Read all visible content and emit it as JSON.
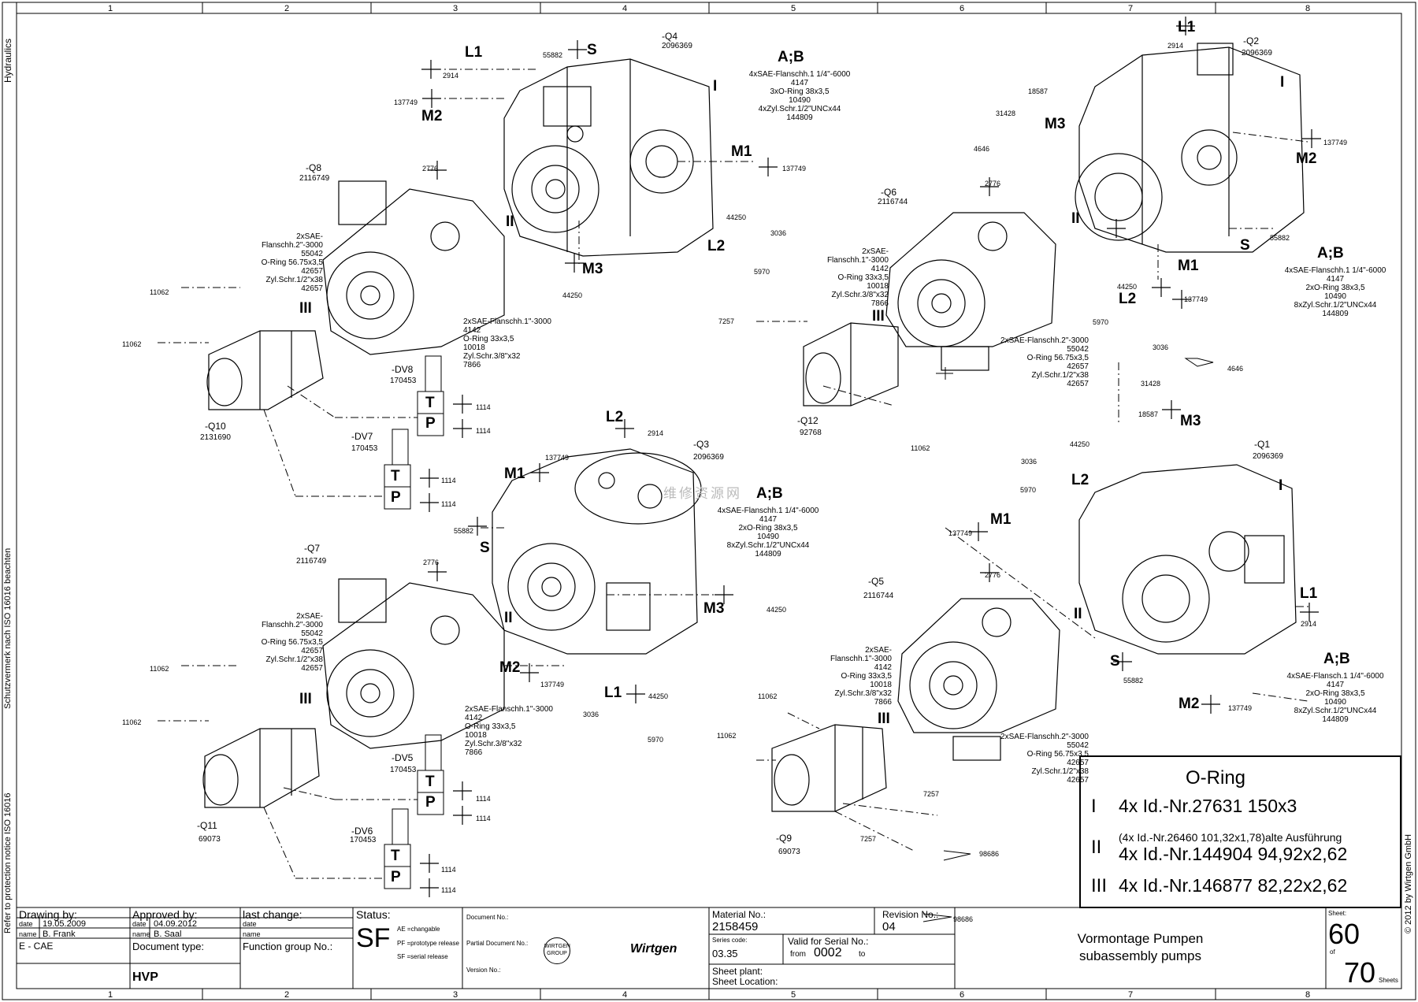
{
  "frame": {
    "columns": [
      "1",
      "2",
      "3",
      "4",
      "5",
      "6",
      "7",
      "8"
    ],
    "left_top": "Hydraulics",
    "left_mid": "Schutzvermerk nach ISO 16016 beachten",
    "left_bottom": "Refer to protection notice ISO 16016",
    "right_copyright": "© 2012 by Wirtgen GmbH"
  },
  "watermark": "维修资源网",
  "parts": [
    {
      "ref": "-Q4",
      "num": "2096369"
    },
    {
      "ref": "-Q2",
      "num": "2096369"
    },
    {
      "ref": "-Q8",
      "num": "2116749"
    },
    {
      "ref": "-Q6",
      "num": "2116744"
    },
    {
      "ref": "-Q10",
      "num": "2131690"
    },
    {
      "ref": "-Q12",
      "num": "92768"
    },
    {
      "ref": "-DV8",
      "num": "170453"
    },
    {
      "ref": "-DV7",
      "num": "170453"
    },
    {
      "ref": "-Q3",
      "num": "2096369"
    },
    {
      "ref": "-Q1",
      "num": "2096369"
    },
    {
      "ref": "-Q7",
      "num": "2116749"
    },
    {
      "ref": "-Q5",
      "num": "2116744"
    },
    {
      "ref": "-DV5",
      "num": "170453"
    },
    {
      "ref": "-DV6",
      "num": "170453"
    },
    {
      "ref": "-Q11",
      "num": "69073"
    },
    {
      "ref": "-Q9",
      "num": "69073"
    }
  ],
  "ports": {
    "L1": "L1",
    "L2": "L2",
    "M1": "M1",
    "M2": "M2",
    "M3": "M3",
    "S": "S",
    "T": "T",
    "P": "P",
    "I": "I",
    "II": "II",
    "III": "III",
    "AB": "A;B"
  },
  "numbers": {
    "n2914": "2914",
    "n55882": "55882",
    "n137749": "137749",
    "n2776": "2776",
    "n44250": "44250",
    "n3036": "3036",
    "n5970": "5970",
    "n11062": "11062",
    "n1114": "1114",
    "n7257": "7257",
    "n98686": "98686",
    "n31428": "31428",
    "n4646": "4646",
    "n18587": "18587"
  },
  "spec_ab": [
    "4xSAE-Flanschh.1 1/4\"-6000",
    "4147",
    "2xO-Ring 38x3,5",
    "10490",
    "8xZyl.Schr.1/2\"UNCx44",
    "144809"
  ],
  "spec_ab_q4": [
    "4xSAE-Flanschh.1 1/4\"-6000",
    "4147",
    "3xO-Ring 38x3,5",
    "10490",
    "4xZyl.Schr.1/2\"UNCx44",
    "144809"
  ],
  "spec_ab_q1": [
    "4xSAE-Flansch.1 1/4\"-6000",
    "4147",
    "2xO-Ring 38x3,5",
    "10490",
    "8xZyl.Schr.1/2\"UNCx44",
    "144809"
  ],
  "spec_2in": [
    "2xSAE-Flanschh.2\"-3000",
    "55042",
    "O-Ring 56.75x3,5",
    "42657",
    "Zyl.Schr.1/2\"x38",
    "42657"
  ],
  "spec_1in": [
    "2xSAE-Flanschh.1\"-3000",
    "4142",
    "O-Ring 33x3,5",
    "10018",
    "Zyl.Schr.3/8\"x32",
    "7866"
  ],
  "oring_box": {
    "title": "O-Ring",
    "row1_num": "I",
    "row1_text": "4x Id.-Nr.27631  150x3",
    "row2_num": "II",
    "row2_small": "(4x Id.-Nr.26460  101,32x1,78)alte Ausführung",
    "row2_text": "4x Id.-Nr.144904 94,92x2,62",
    "row3_num": "III",
    "row3_text": "4x Id.-Nr.146877 82,22x2,62"
  },
  "title_block": {
    "drawing_by_label": "Drawing by:",
    "approved_by_label": "Approved by:",
    "last_change_label": "last change:",
    "date_label": "date",
    "name_label": "name",
    "drawing_date": "19.05.2009",
    "drawing_name": "B. Frank",
    "approved_date": "04.09.2012",
    "approved_name": "B. Saal",
    "dept": "E - CAE",
    "doc_type_label": "Document type:",
    "doc_type": "HVP",
    "function_group_label": "Function group No.:",
    "status_label": "Status:",
    "status": "SF",
    "status_ae": "AE =changable",
    "status_pf": "PF =prototype release",
    "status_sf": "SF =serial release",
    "document_no": "Document No.:",
    "partial_document_no": "Partial Document No.:",
    "version_no": "Version No.:",
    "logo_small": "WIRTGEN GROUP",
    "logo": "Wirtgen",
    "material_label": "Material No.:",
    "material": "2158459",
    "revision_label": "Revision No.:",
    "revision": "04",
    "series_label": "Series code:",
    "series": "03.35",
    "valid_label": "Valid for Serial No.:",
    "valid_from": "from",
    "valid_serial": "0002",
    "valid_to": "to",
    "sheet_plant": "Sheet plant:",
    "sheet_location": "Sheet Location:",
    "title_de": "Vormontage Pumpen",
    "title_en": "subassembly pumps",
    "sheet_label": "Sheet:",
    "sheet": "60",
    "of": "of",
    "sheets": "70",
    "sheets_label": "Sheets"
  }
}
